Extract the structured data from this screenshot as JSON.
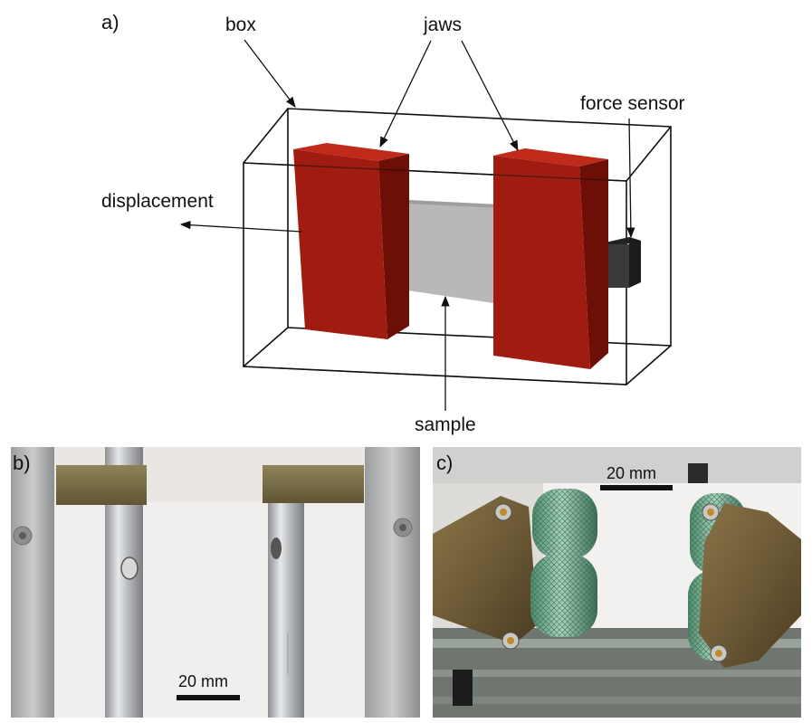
{
  "panels": {
    "a": {
      "label": "a)"
    },
    "b": {
      "label": "b)"
    },
    "c": {
      "label": "c)"
    }
  },
  "diagram": {
    "labels": {
      "box": "box",
      "jaws": "jaws",
      "force_sensor": "force sensor",
      "displacement": "displacement",
      "sample": "sample"
    }
  },
  "photos": {
    "b": {
      "scale_bar": "20 mm"
    },
    "c": {
      "scale_bar": "20 mm"
    }
  },
  "colors": {
    "jaw_front": "#a01c10",
    "jaw_side": "#6e0f07",
    "jaw_top": "#c02a1a",
    "sample": "#b8b8b8",
    "force_sensor": "#3a3a3a",
    "box_line": "#111111"
  }
}
